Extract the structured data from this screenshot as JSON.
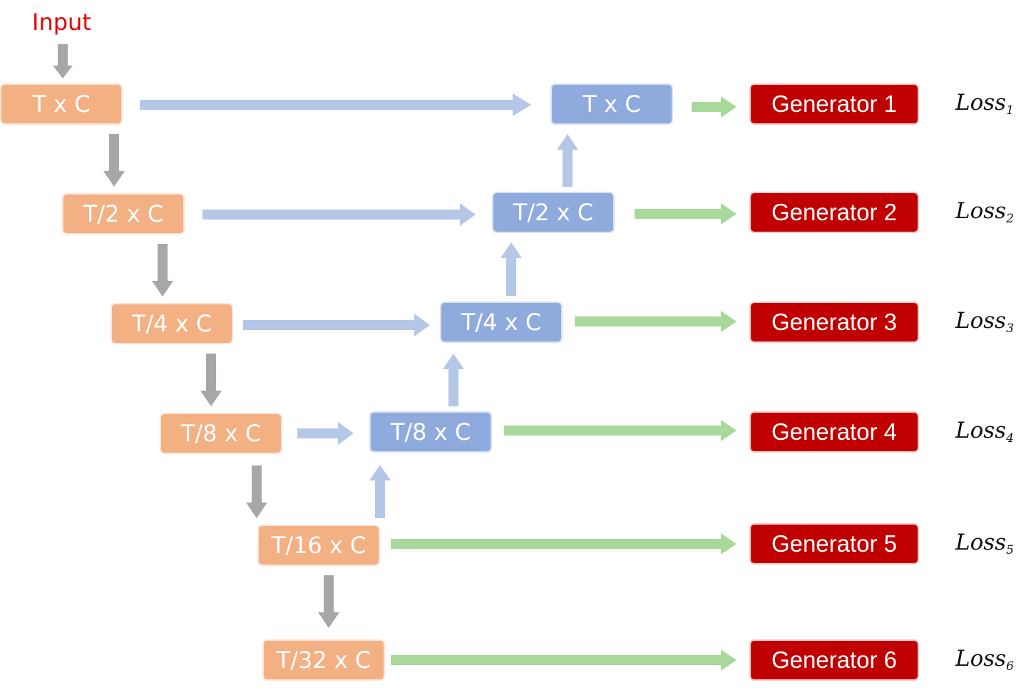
{
  "input_label": "Input",
  "encoder": [
    "T x C",
    "T/2 x C",
    "T/4 x C",
    "T/8 x C",
    "T/16 x C",
    "T/32 x C"
  ],
  "decoder": [
    "T x C",
    "T/2 x C",
    "T/4 x C",
    "T/8 x C"
  ],
  "generators": [
    "Generator 1",
    "Generator 2",
    "Generator 3",
    "Generator 4",
    "Generator 5",
    "Generator 6"
  ],
  "losses": [
    {
      "base": "Loss",
      "sub": "1"
    },
    {
      "base": "Loss",
      "sub": "2"
    },
    {
      "base": "Loss",
      "sub": "3"
    },
    {
      "base": "Loss",
      "sub": "4"
    },
    {
      "base": "Loss",
      "sub": "5"
    },
    {
      "base": "Loss",
      "sub": "6"
    }
  ],
  "colors": {
    "encoder": "#f2b083",
    "decoder": "#8faadc",
    "generator": "#c00000",
    "input_text": "#e60000",
    "down_arrow": "#a6a8a6",
    "skip_arrow": "#b4c7e7",
    "up_arrow": "#b4c7e7",
    "output_arrow": "#a9d99a"
  }
}
